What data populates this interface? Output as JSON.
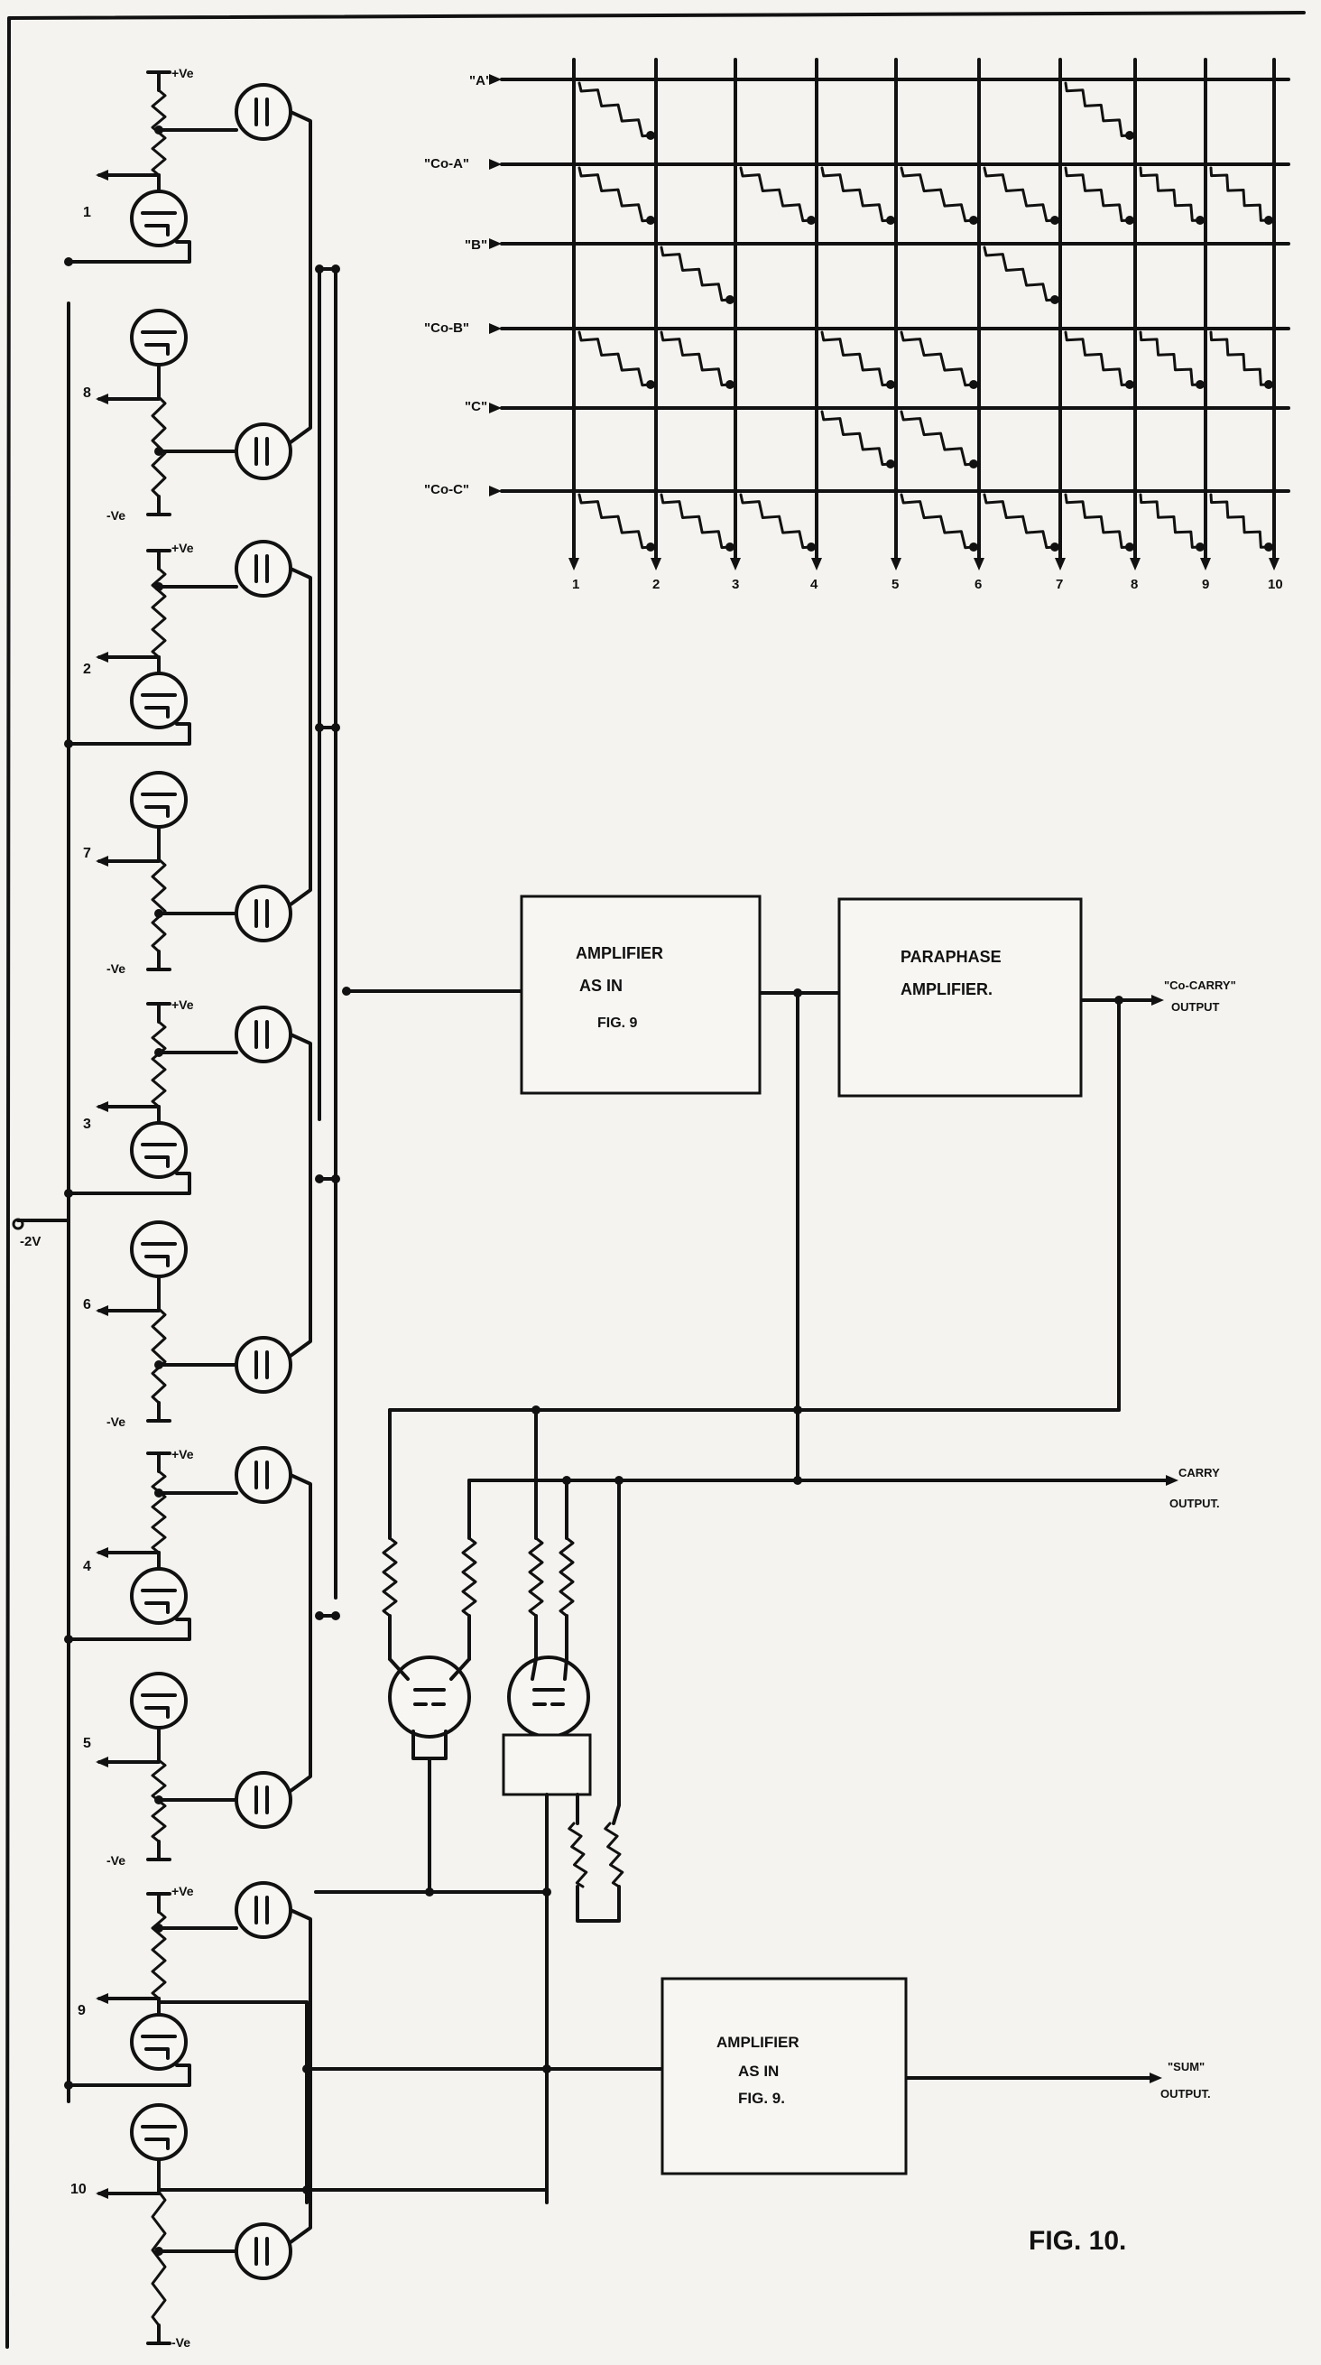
{
  "figure_label": "FIG. 10.",
  "supply": {
    "neg_2v": "-2V",
    "pos_ve": "+Ve",
    "neg_ve": "-Ve"
  },
  "matrix": {
    "rows": [
      "\"A\"",
      "\"Co-A\"",
      "\"B\"",
      "\"Co-B\"",
      "\"C\"",
      "\"Co-C\""
    ],
    "columns": [
      "1",
      "2",
      "3",
      "4",
      "5",
      "6",
      "7",
      "8",
      "9",
      "10"
    ]
  },
  "ladder_outputs": [
    "1",
    "8",
    "2",
    "7",
    "3",
    "6",
    "4",
    "5",
    "9",
    "10"
  ],
  "blocks": {
    "amp_top": [
      "AMPLIFIER",
      "AS   IN",
      "FIG. 9"
    ],
    "paraphase": [
      "PARAPHASE",
      "AMPLIFIER."
    ],
    "amp_bottom": [
      "AMPLIFIER",
      "AS IN",
      "FIG. 9."
    ]
  },
  "outputs": {
    "co_carry": [
      "\"Co-CARRY\"",
      "OUTPUT"
    ],
    "carry": [
      "CARRY",
      "OUTPUT."
    ],
    "sum": [
      "\"SUM\"",
      "OUTPUT."
    ]
  }
}
